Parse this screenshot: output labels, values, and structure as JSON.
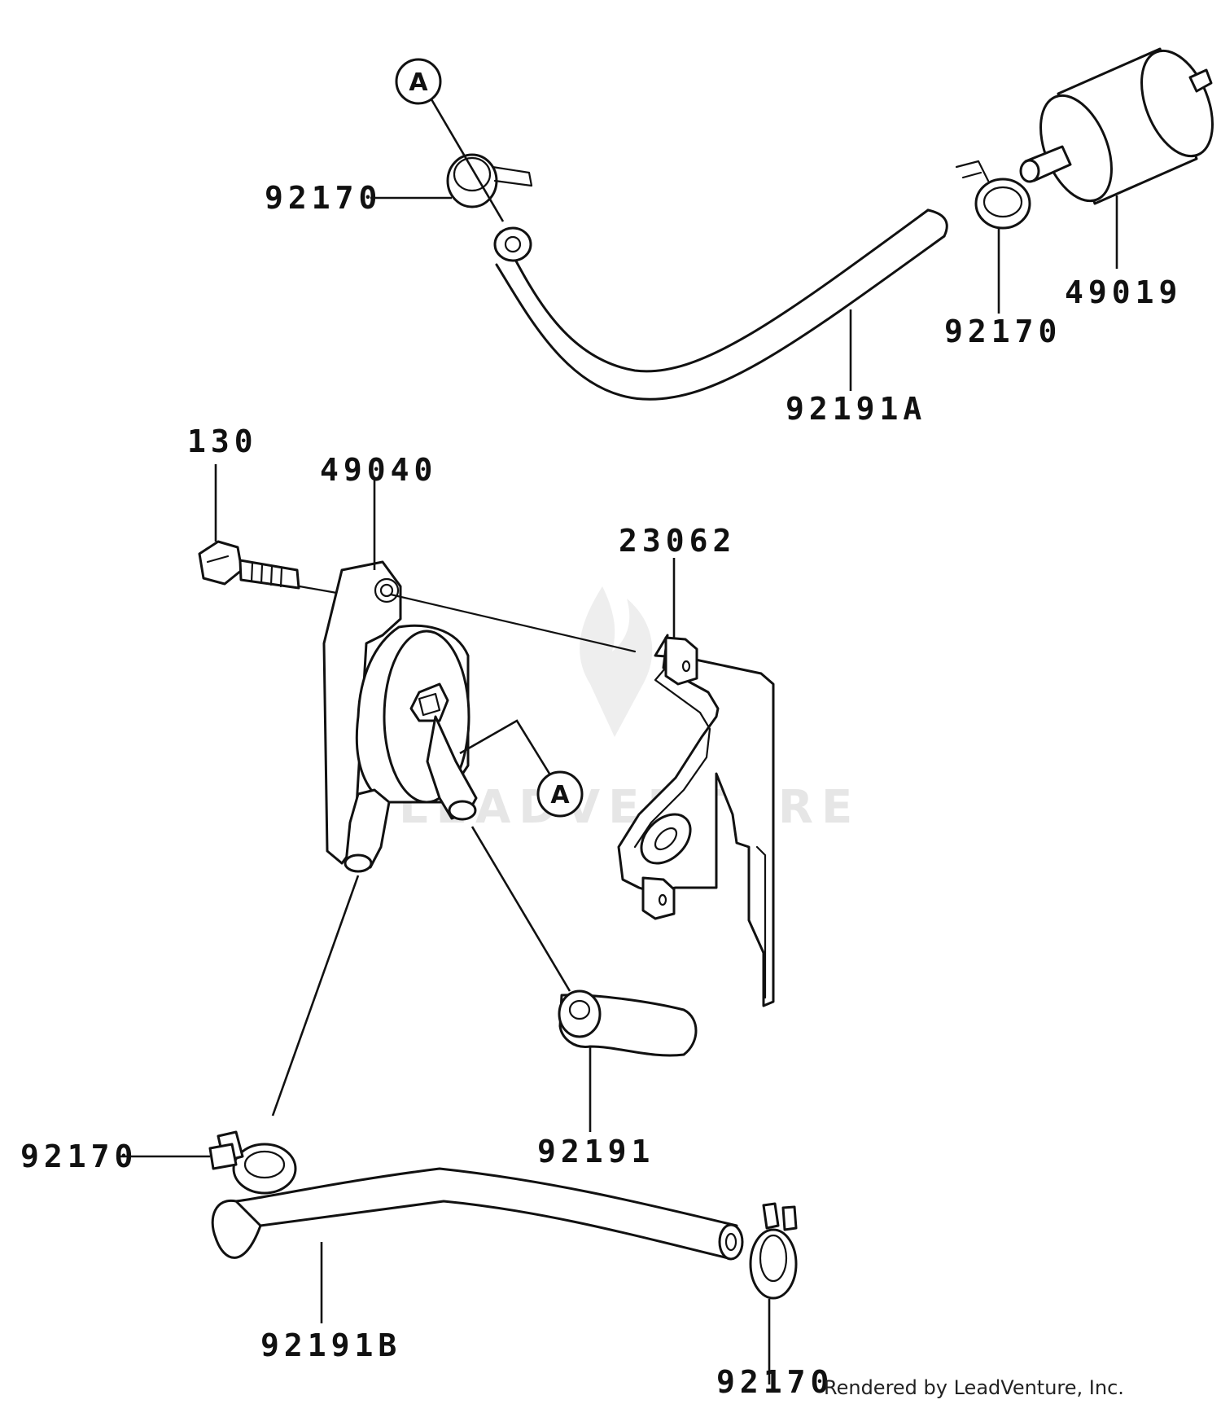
{
  "labels": {
    "clamp_top_left": "92170",
    "fuel_filter": "49019",
    "clamp_top_right": "92170",
    "hose_top": "92191A",
    "bolt": "130",
    "fuel_pump": "49040",
    "bracket": "23062",
    "hose_short": "92191",
    "clamp_bottom_left": "92170",
    "hose_bottom": "92191B",
    "clamp_bottom_right": "92170"
  },
  "callouts": {
    "top": "A",
    "pump": "A"
  },
  "footer": {
    "credit": "Rendered by LeadVenture, Inc."
  },
  "watermark": {
    "text": "LEADVENTURE"
  }
}
